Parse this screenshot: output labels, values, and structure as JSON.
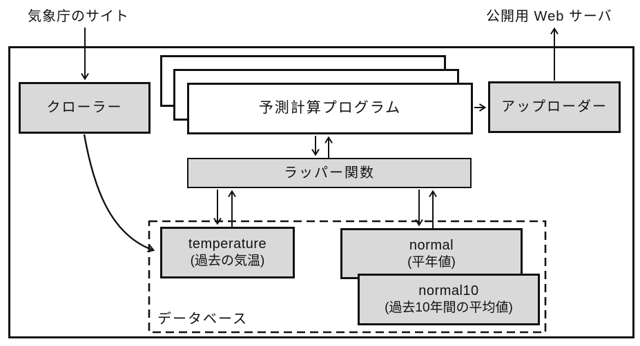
{
  "diagram": {
    "external_labels": {
      "source_site": "気象庁のサイト",
      "public_server": "公開用 Web サーバ"
    },
    "nodes": {
      "crawler": {
        "label": "クローラー"
      },
      "program": {
        "label": "予測計算プログラム",
        "stacked_copies": 3
      },
      "uploader": {
        "label": "アップローダー"
      },
      "wrapper": {
        "label": "ラッパー関数"
      },
      "temperature": {
        "title": "temperature",
        "subtitle": "(過去の気温)"
      },
      "normal": {
        "title": "normal",
        "subtitle": "(平年値)"
      },
      "normal10": {
        "title": "normal10",
        "subtitle": "(過去10年間の平均値)"
      },
      "database": {
        "label": "データベース"
      }
    },
    "edges": [
      {
        "from": "jma-site",
        "to": "crawler",
        "style": "arrow"
      },
      {
        "from": "crawler",
        "to": "temperature",
        "style": "curved-arrow"
      },
      {
        "from": "program",
        "to": "uploader",
        "style": "arrow"
      },
      {
        "from": "uploader",
        "to": "public-web-server",
        "style": "arrow"
      },
      {
        "from": "program",
        "to": "wrapper",
        "style": "bidirectional-pair"
      },
      {
        "from": "wrapper",
        "to": "temperature",
        "style": "bidirectional-pair"
      },
      {
        "from": "wrapper",
        "to": "normal",
        "style": "bidirectional-pair"
      }
    ],
    "colors": {
      "node_fill": "#d9d9d9",
      "program_fill": "#ffffff",
      "stroke": "#111111",
      "background": "#ffffff"
    }
  }
}
